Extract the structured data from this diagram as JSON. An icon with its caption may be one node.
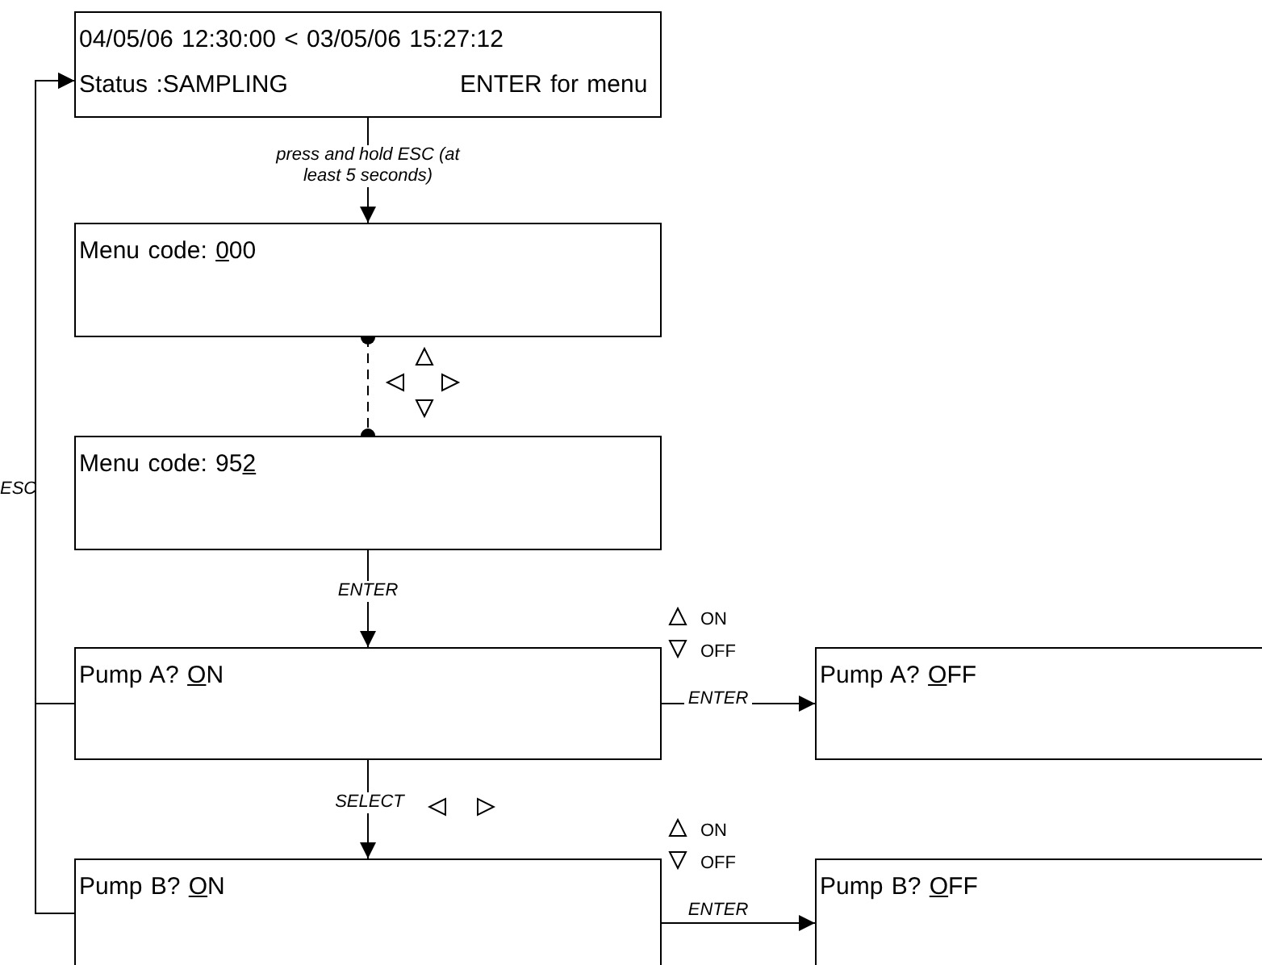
{
  "diagram": {
    "nodes": [
      {
        "text": [
          "04/05/06 12:30:00 < 03/05/06 15:27:12",
          "Status :SAMPLING",
          "ENTER for menu"
        ]
      },
      {
        "text": [
          "Menu code: 000"
        ]
      },
      {
        "text": [
          "Menu code: 952"
        ]
      },
      {
        "text": [
          "Pump A? ON"
        ]
      },
      {
        "text": [
          "Pump A? OFF"
        ]
      },
      {
        "text": [
          "Pump B? ON"
        ]
      },
      {
        "text": [
          "Pump B? OFF"
        ]
      }
    ],
    "edges": [
      {
        "from": 0,
        "to": 1,
        "arrow": "to",
        "label": "press and hold ESC (at least 5 seconds)"
      },
      {
        "from": 1,
        "to": 2,
        "arrow": "other",
        "style": "dashed"
      },
      {
        "from": 2,
        "to": 3,
        "arrow": "to",
        "label": "ENTER"
      },
      {
        "from": 3,
        "to": 5,
        "arrow": "to",
        "label": "SELECT"
      },
      {
        "from": 3,
        "to": 4,
        "arrow": "to",
        "label": "ENTER"
      },
      {
        "from": 5,
        "to": 6,
        "arrow": "to",
        "label": "ENTER"
      },
      {
        "from": 3,
        "to": 0,
        "arrow": "to",
        "label": "ESC"
      },
      {
        "from": 5,
        "to": 0,
        "arrow": "to"
      }
    ],
    "labels": [
      "ON",
      "OFF",
      "ON",
      "OFF"
    ]
  }
}
